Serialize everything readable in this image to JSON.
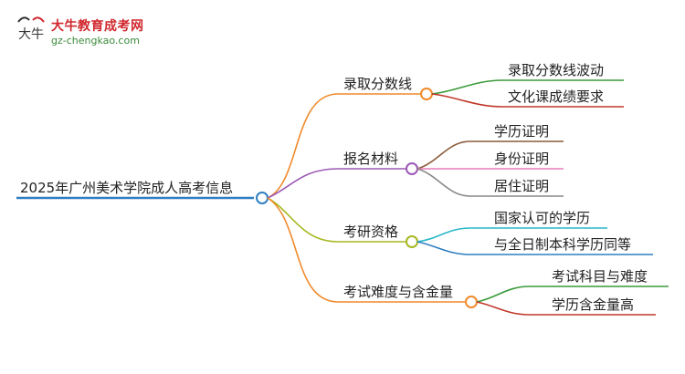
{
  "logo": {
    "title": "大牛教育成考网",
    "url": "gz-chengkao.com",
    "mark_text": "大牛"
  },
  "mindmap": {
    "root": {
      "label": "2025年广州美术学院成人高考信息",
      "color": "#2f7fc1"
    },
    "branches": [
      {
        "label": "录取分数线",
        "color": "#f08a2c",
        "children": [
          {
            "label": "录取分数线波动",
            "color": "#3a9a3a"
          },
          {
            "label": "文化课成绩要求",
            "color": "#c0392b"
          }
        ]
      },
      {
        "label": "报名材料",
        "color": "#9b59b6",
        "children": [
          {
            "label": "学历证明",
            "color": "#8b5a3c"
          },
          {
            "label": "身份证明",
            "color": "#e87bb8"
          },
          {
            "label": "居住证明",
            "color": "#888888"
          }
        ]
      },
      {
        "label": "考研资格",
        "color": "#a8b820",
        "children": [
          {
            "label": "国家认可的学历",
            "color": "#28b8c8"
          },
          {
            "label": "与全日制本科学历同等",
            "color": "#2f7fc1"
          }
        ]
      },
      {
        "label": "考试难度与含金量",
        "color": "#f08a2c",
        "children": [
          {
            "label": "考试科目与难度",
            "color": "#3a9a3a"
          },
          {
            "label": "学历含金量高",
            "color": "#c0392b"
          }
        ]
      }
    ]
  }
}
